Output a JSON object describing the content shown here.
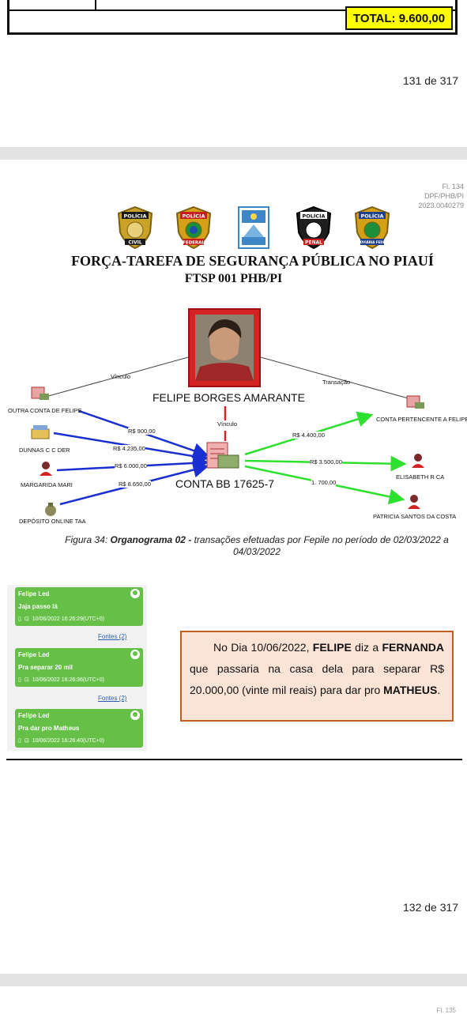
{
  "top_table": {
    "total": "TOTAL: 9.600,00"
  },
  "page_numbers": {
    "first": "131 de 317",
    "second": "132 de 317"
  },
  "stamp": {
    "line1": "Fl. 134",
    "line2": "DPF/PHB/PI",
    "line3": "2023.0040279",
    "bottom": "Fl. 135"
  },
  "header": {
    "title": "FORÇA-TAREFA DE SEGURANÇA PÚBLICA NO PIAUÍ",
    "subtitle": "FTSP 001 PHB/PI",
    "badges": [
      {
        "icon": "policia-civil-badge",
        "text_top": "POLÍCIA",
        "text_bottom": "CIVIL",
        "color": "#c9a227"
      },
      {
        "icon": "policia-federal-badge",
        "text_top": "POLÍCIA",
        "text_bottom": "FEDERAL",
        "color": "#d4a017"
      },
      {
        "icon": "piaui-coat-of-arms",
        "color": "#3f86c8"
      },
      {
        "icon": "policia-penal-badge",
        "text_top": "POLÍCIA",
        "text_bottom": "PENAL",
        "color": "#222222"
      },
      {
        "icon": "policia-rodoviaria-federal-badge",
        "text_top": "POLÍCIA",
        "text_bottom": "RODOVIÁRIA FEDERAL",
        "color": "#d4a017"
      }
    ]
  },
  "diagram": {
    "central_person": "FELIPE BORGES AMARANTE",
    "central_account": "CONTA BB 17625-7",
    "edge_labels": {
      "left": "Vínculo",
      "right": "Transação",
      "center": "Vínculo"
    },
    "incoming": [
      {
        "name": "OUTRA CONTA DE FELIPE",
        "amount": "R$ 900,00"
      },
      {
        "name": "DUNNAS C C DER",
        "amount": "R$ 4.235,00"
      },
      {
        "name": "MARGARIDA MARI",
        "amount": "R$ 6.000,00"
      },
      {
        "name": "DEPÓSITO ONLINE TAA",
        "amount": "R$ 8.650,00"
      }
    ],
    "outgoing": [
      {
        "name": "CONTA PERTENCENTE A FELIPE",
        "amount": "R$ 4.400,00"
      },
      {
        "name": "ELISABETH R CA",
        "amount": "R$ 3.500,00"
      },
      {
        "name": "PATRICIA SANTOS DA COSTA",
        "amount": "1. 700,00"
      }
    ],
    "colors": {
      "incoming": "#1a2fd0",
      "outgoing": "#2ee02e",
      "link": "#d42323"
    }
  },
  "caption": {
    "prefix": "Figura 34: ",
    "bold": "Organograma 02 - ",
    "text": " transações efetuadas por Fepile no período de 02/03/2022 a 04/03/2022"
  },
  "chat": {
    "messages": [
      {
        "sender": "Felipe Led",
        "text": "Jaja passo lá",
        "timestamp": "10/06/2022 16:26:29(UTC+0)"
      },
      {
        "sender": "Felipe Led",
        "text": "Pra separar 20 mil",
        "timestamp": "10/06/2022 16:26:36(UTC+0)"
      },
      {
        "sender": "Felipe Led",
        "text": "Pra dar pro Matheus",
        "timestamp": "10/06/2022 16:26:40(UTC+0)"
      }
    ],
    "fontes_label": "Fontes (2)"
  },
  "note": {
    "p1": "No Dia 10/06/2022, ",
    "b1": "FELIPE",
    "p2": " diz a ",
    "b2": "FERNANDA",
    "p3": " que passaria na casa dela para separar R$ 20.000,00 (vinte mil reais) para dar pro ",
    "b3": "MATHEUS",
    "p4": "."
  }
}
